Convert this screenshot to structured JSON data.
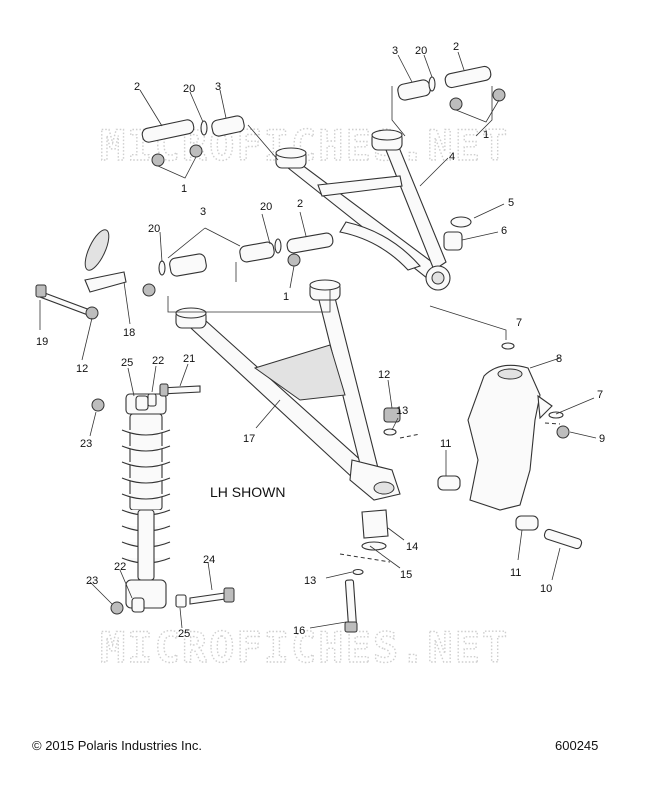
{
  "callouts": {
    "c1a": "1",
    "c1b": "1",
    "c1c": "1",
    "c2a": "2",
    "c2b": "2",
    "c2c": "2",
    "c3a": "3",
    "c3b": "3",
    "c3c": "3",
    "c4": "4",
    "c5": "5",
    "c6": "6",
    "c7a": "7",
    "c7b": "7",
    "c8": "8",
    "c9": "9",
    "c10": "10",
    "c11a": "11",
    "c11b": "11",
    "c12a": "12",
    "c12b": "12",
    "c13a": "13",
    "c13b": "13",
    "c14": "14",
    "c15": "15",
    "c16": "16",
    "c17": "17",
    "c18": "18",
    "c19": "19",
    "c20a": "20",
    "c20b": "20",
    "c20c": "20",
    "c21": "21",
    "c22a": "22",
    "c22b": "22",
    "c23a": "23",
    "c23b": "23",
    "c24": "24",
    "c25a": "25",
    "c25b": "25"
  },
  "side_label": "LH SHOWN",
  "watermark": "MICROFICHES.NET",
  "copyright": "© 2015 Polaris Industries Inc.",
  "part_number": "600245"
}
